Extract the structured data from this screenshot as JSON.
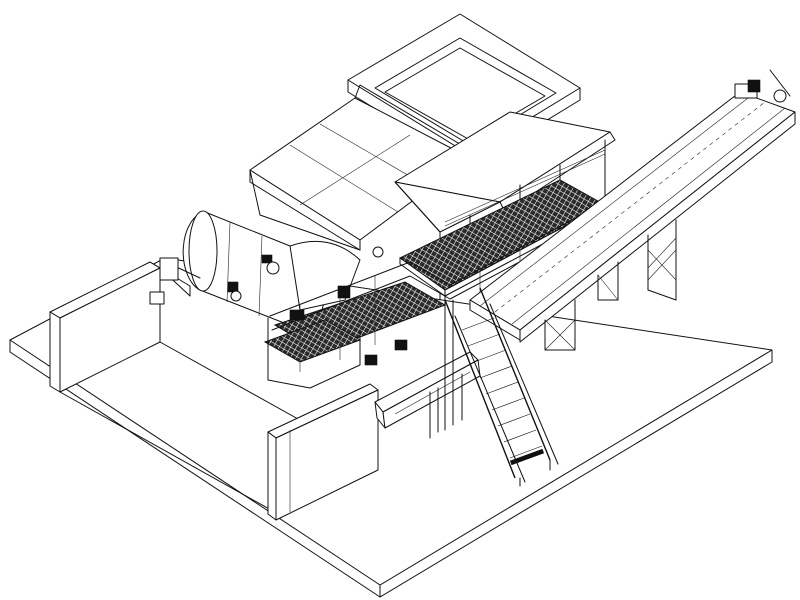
{
  "drawing": {
    "line_color": "#111111",
    "background": "#ffffff",
    "components": [
      "foundation-slab",
      "concrete-retaining-walls",
      "feed-hopper",
      "vibrating-screen-deck",
      "trommel-drum",
      "walkway-roof",
      "grated-walkway-platform",
      "access-stairs",
      "inclined-belt-conveyor",
      "conveyor-drive-head",
      "lower-feeder-conveyor",
      "motor-drive-units"
    ]
  }
}
